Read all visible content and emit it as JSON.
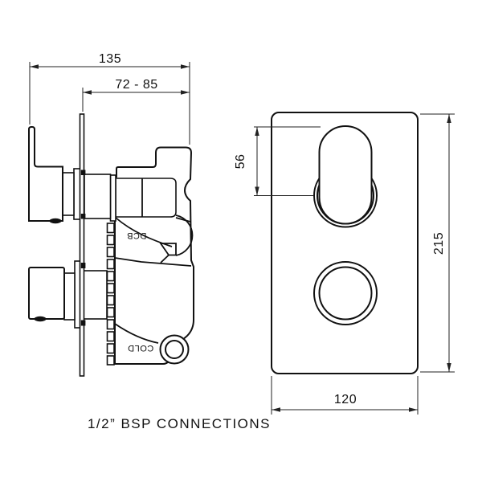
{
  "page": {
    "background": "#ffffff",
    "line_color": "#111111"
  },
  "caption": "1/2” BSP CONNECTIONS",
  "side_view": {
    "dim_width_total": "135",
    "dim_depth_range": "72 - 85",
    "label_cartridge": "DCB",
    "label_inlet": "COLD"
  },
  "front_view": {
    "dim_handle": "56",
    "dim_height": "215",
    "dim_width": "120"
  }
}
